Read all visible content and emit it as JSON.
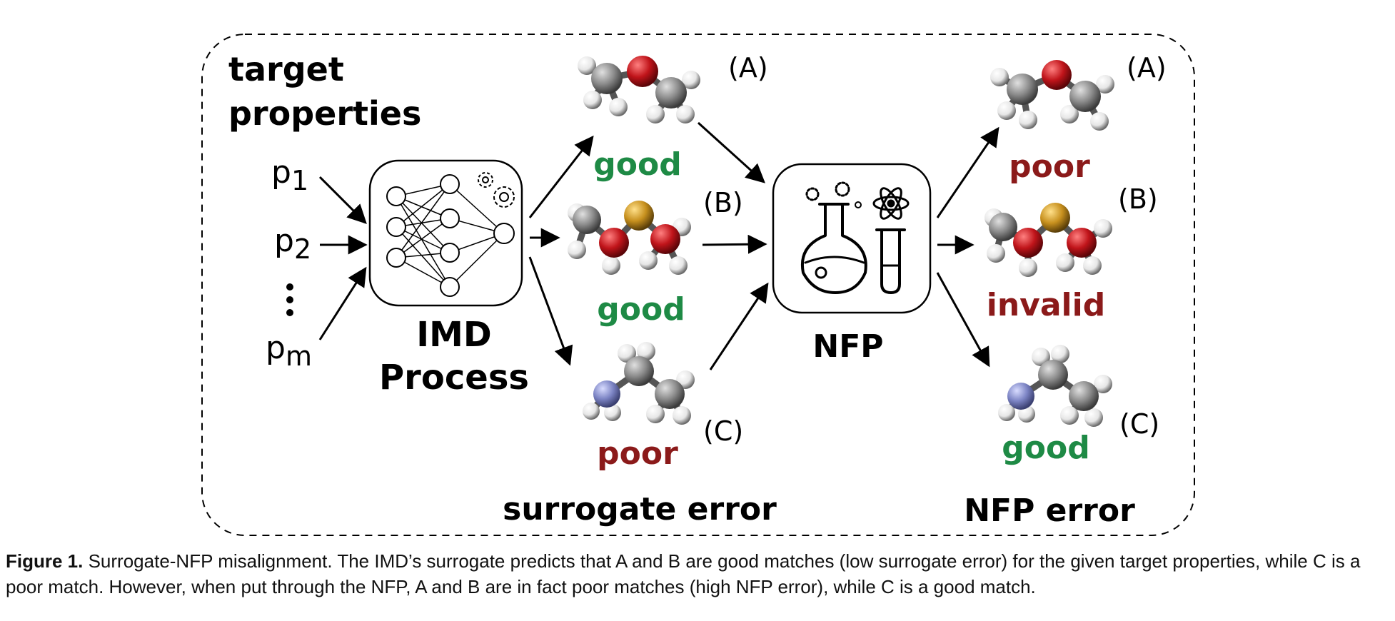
{
  "labels": {
    "target_line1": "target",
    "target_line2": "properties",
    "p1_base": "p",
    "p1_sub": "1",
    "p2_base": "p",
    "p2_sub": "2",
    "pm_base": "p",
    "pm_sub": "m",
    "imd_line1": "IMD",
    "imd_line2": "Process",
    "nfp": "NFP",
    "surrogate_error": "surrogate error",
    "nfp_error": "NFP error"
  },
  "surrogate_results": [
    {
      "id": "(A)",
      "rating": "good"
    },
    {
      "id": "(B)",
      "rating": "good"
    },
    {
      "id": "(C)",
      "rating": "poor"
    }
  ],
  "nfp_results": [
    {
      "id": "(A)",
      "rating": "poor"
    },
    {
      "id": "(B)",
      "rating": "invalid"
    },
    {
      "id": "(C)",
      "rating": "good"
    }
  ],
  "colors": {
    "good": "#1e8a45",
    "bad": "#8b1a1a",
    "carbon": "#8a8a8a",
    "oxygen": "#c0141a",
    "sulfur": "#c7901e",
    "nitrogen": "#7c84c4",
    "hydrogen": "#e6e6e6"
  },
  "caption": {
    "label": "Figure 1.",
    "text": "Surrogate-NFP misalignment. The IMD’s surrogate predicts that A and B are good matches (low surrogate error) for the given target properties, while C is a poor match. However, when put through the NFP, A and B are in fact poor matches (high NFP error), while C is a good match."
  }
}
